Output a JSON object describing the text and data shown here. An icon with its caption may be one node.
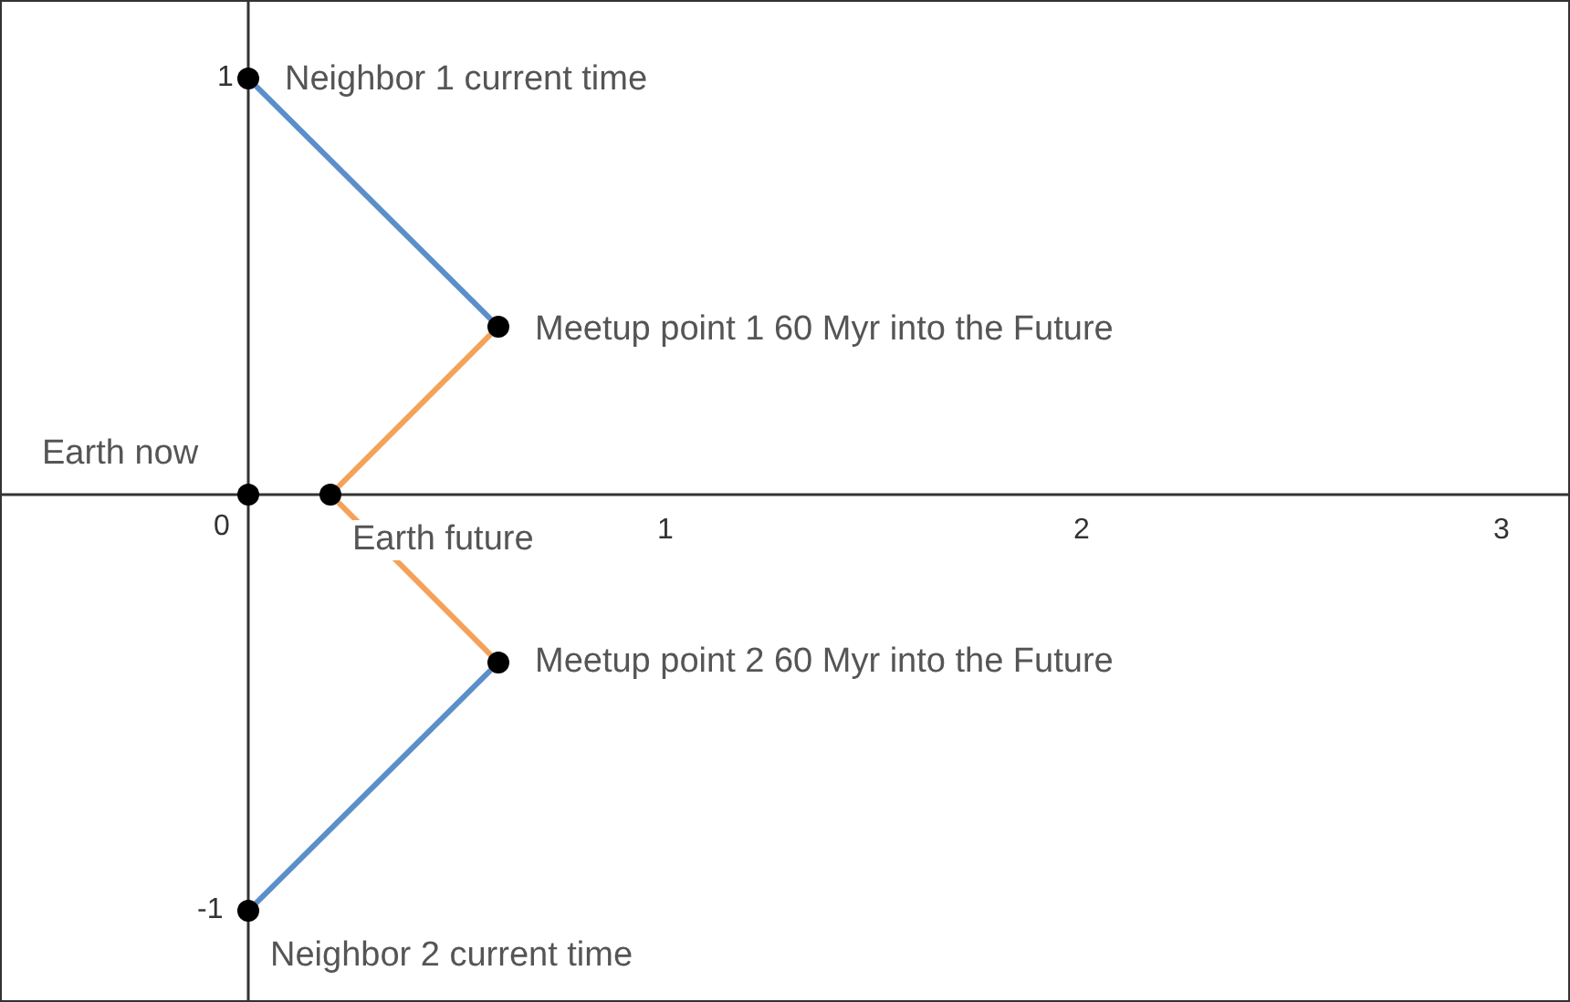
{
  "diagram": {
    "nodes": [
      {
        "text": [],
        "shape": "circle",
        "beside": [
          "Neighbor 1 current time"
        ]
      },
      {
        "text": [],
        "shape": "circle",
        "beside": [
          "Meetup point 1 60 Myr into the Future"
        ]
      },
      {
        "text": [],
        "shape": "circle",
        "beside": [
          "Earth now"
        ]
      },
      {
        "text": [],
        "shape": "circle",
        "beside": [
          "Earth future"
        ]
      },
      {
        "text": [],
        "shape": "circle",
        "beside": [
          "Meetup point 2 60 Myr into the Future"
        ]
      },
      {
        "text": [],
        "shape": "circle",
        "beside": [
          "Neighbor 2 current time"
        ]
      }
    ],
    "edges": [
      {
        "from": 0,
        "to": 1,
        "arrow": "none"
      },
      {
        "from": 1,
        "to": 3,
        "arrow": "none",
        "color": "#f4a259"
      },
      {
        "from": 3,
        "to": 4,
        "arrow": "none",
        "color": "#f4a259"
      },
      {
        "from": 4,
        "to": 5,
        "arrow": "none"
      }
    ],
    "labels": [
      "1",
      "0",
      "1",
      "2",
      "3",
      "-1"
    ]
  }
}
